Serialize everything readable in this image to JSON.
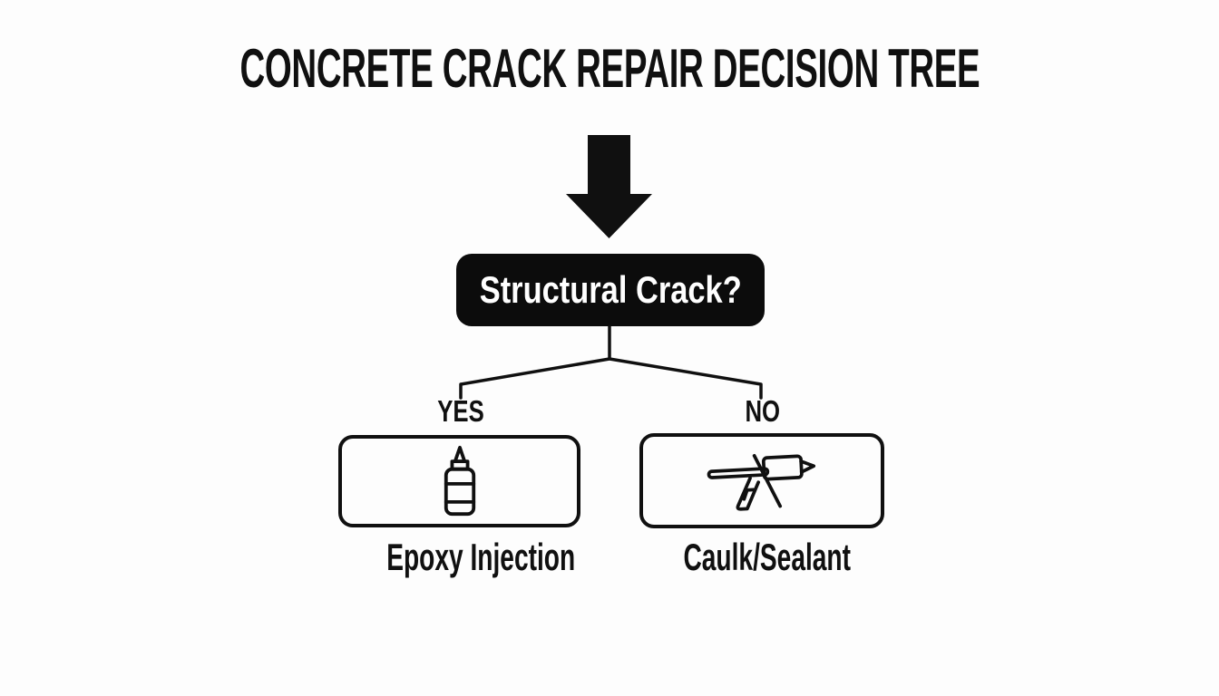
{
  "title": "CONCRETE CRACK REPAIR DECISION TREE",
  "colors": {
    "ink": "#101010",
    "background": "#fdfdfd",
    "node_bg": "#0c0c0c",
    "node_text": "#ffffff"
  },
  "flow": {
    "entry_icon": "down-arrow-icon",
    "decision": {
      "label": "Structural Crack?"
    },
    "branches": [
      {
        "answer": "YES",
        "icon": "epoxy-bottle-icon",
        "outcome": "Epoxy Injection"
      },
      {
        "answer": "NO",
        "icon": "caulk-gun-icon",
        "outcome": "Caulk/Sealant"
      }
    ]
  }
}
